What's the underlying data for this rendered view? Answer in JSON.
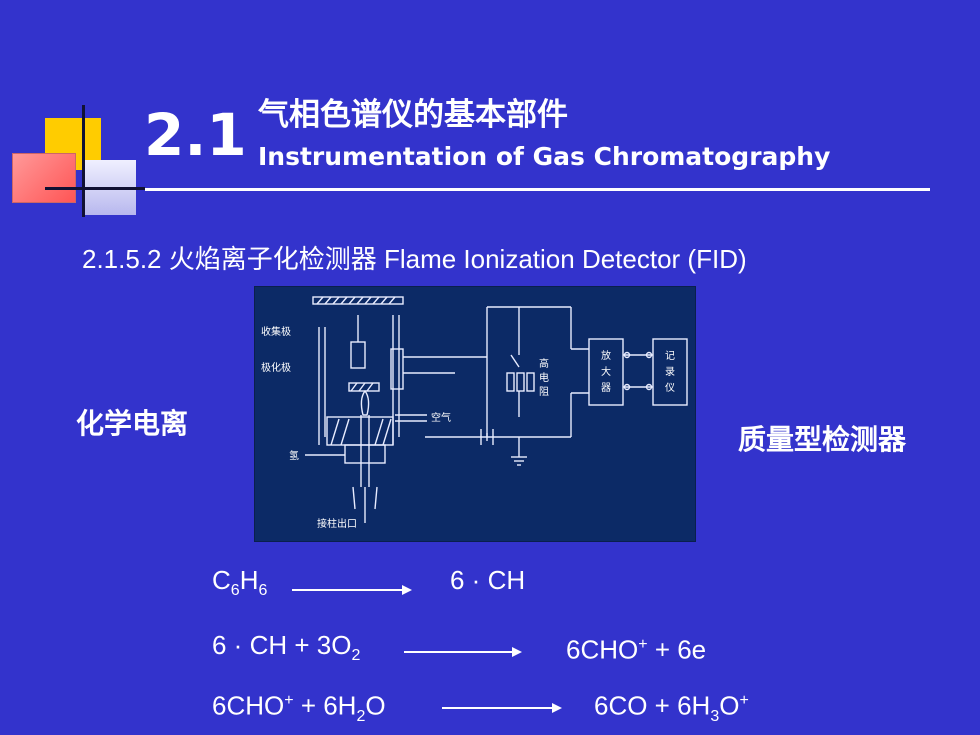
{
  "header": {
    "number": "2.1",
    "title_cn": "气相色谱仪的基本部件",
    "title_en": "Instrumentation of Gas Chromatography"
  },
  "subtitle": "2.1.5.2 火焰离子化检测器 Flame Ionization Detector (FID)",
  "labels": {
    "left": "化学电离",
    "right": "质量型检测器"
  },
  "diagram": {
    "collector": "收集极",
    "polarizer": "极化极",
    "air": "空气",
    "hydrogen": "氢",
    "column_outlet": "接柱出口",
    "high_resistance": [
      "高",
      "电",
      "阻"
    ],
    "amplifier": [
      "放",
      "大",
      "器"
    ],
    "recorder": [
      "记",
      "录",
      "仪"
    ]
  },
  "equations": {
    "eq1": {
      "left": [
        "C",
        "6",
        "H",
        "6"
      ],
      "right": "6 · CH"
    },
    "eq2": {
      "left": [
        "6 · CH + 3O",
        "2"
      ],
      "right": [
        "6CHO",
        "+",
        " + 6e"
      ]
    },
    "eq3": {
      "left": [
        "6CHO",
        "+",
        " + 6H",
        "2",
        "O"
      ],
      "right": [
        "6CO + 6H",
        "3",
        "O",
        "+"
      ]
    }
  }
}
